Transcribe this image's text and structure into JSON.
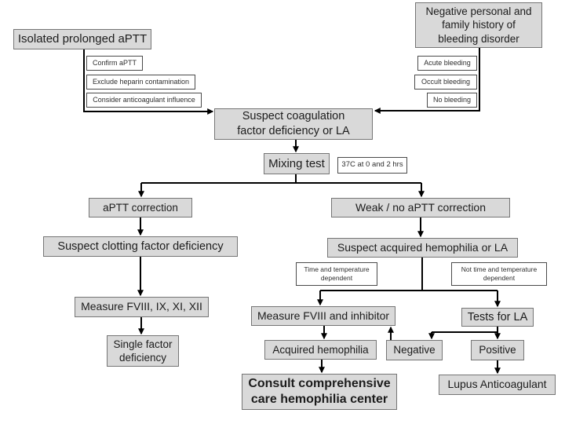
{
  "colors": {
    "box_fill": "#d9d9d9",
    "box_border": "#757575",
    "note_fill": "#ffffff",
    "note_border": "#4a4a4a",
    "line": "#000000",
    "text": "#1c1c1c",
    "background": "#ffffff"
  },
  "flowchart": {
    "nodes": {
      "isolated_aptt": "Isolated prolonged aPTT",
      "negative_history": "Negative personal and\nfamily history of\nbleeding disorder",
      "confirm_aptt": "Confirm aPTT",
      "exclude_heparin": "Exclude heparin contamination",
      "consider_anticoagulant": "Consider anticoagulant influence",
      "acute_bleeding": "Acute bleeding",
      "occult_bleeding": "Occult bleeding",
      "no_bleeding": "No bleeding",
      "suspect_coagulation": "Suspect coagulation\nfactor deficiency or LA",
      "mixing_test": "Mixing test",
      "mixing_note": "37C at 0 and 2 hrs",
      "aptt_correction": "aPTT correction",
      "weak_no_correction": "Weak / no aPTT correction",
      "suspect_clotting": "Suspect clotting factor deficiency",
      "suspect_acquired": "Suspect acquired hemophilia or LA",
      "time_dependent": "Time and temperature\ndependent",
      "not_time_dependent": "Not time and temperature\ndependent",
      "measure_factors": "Measure FVIII, IX, XI, XII",
      "measure_inhibitor": "Measure FVIII and inhibitor",
      "tests_for_la": "Tests for LA",
      "single_factor": "Single factor\ndeficiency",
      "acquired_hemophilia": "Acquired hemophilia",
      "negative": "Negative",
      "positive": "Positive",
      "consult_center": "Consult comprehensive\ncare hemophilia center",
      "lupus_anticoagulant": "Lupus Anticoagulant"
    }
  }
}
